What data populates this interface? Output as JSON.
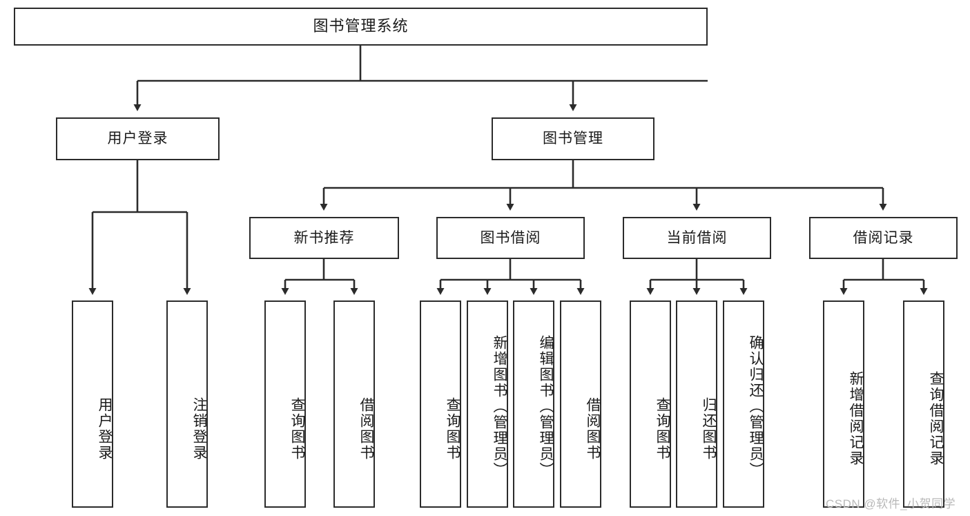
{
  "diagram": {
    "title": "图书管理系统",
    "type": "hierarchy-tree",
    "orientation": "top-down",
    "root": {
      "id": "root",
      "label": "图书管理系统"
    },
    "level2": [
      {
        "id": "user-login",
        "label": "用户登录"
      },
      {
        "id": "book-management",
        "label": "图书管理"
      }
    ],
    "level3": [
      {
        "id": "new-book-recommend",
        "label": "新书推荐",
        "parent": "book-management"
      },
      {
        "id": "book-borrow",
        "label": "图书借阅",
        "parent": "book-management"
      },
      {
        "id": "current-borrow",
        "label": "当前借阅",
        "parent": "book-management"
      },
      {
        "id": "borrow-record",
        "label": "借阅记录",
        "parent": "book-management"
      }
    ],
    "leaves": [
      {
        "id": "leaf-user-login",
        "label": "用户登录",
        "parent": "user-login"
      },
      {
        "id": "leaf-logout-login",
        "label": "注销登录",
        "parent": "user-login"
      },
      {
        "id": "leaf-query-book-1",
        "label": "查询图书",
        "parent": "new-book-recommend"
      },
      {
        "id": "leaf-borrow-book-1",
        "label": "借阅图书",
        "parent": "new-book-recommend"
      },
      {
        "id": "leaf-query-book-2",
        "label": "查询图书",
        "parent": "book-borrow"
      },
      {
        "id": "leaf-add-book",
        "label": "新增图书（管理员）",
        "parent": "book-borrow"
      },
      {
        "id": "leaf-edit-book",
        "label": "编辑图书（管理员）",
        "parent": "book-borrow"
      },
      {
        "id": "leaf-borrow-book-2",
        "label": "借阅图书",
        "parent": "book-borrow"
      },
      {
        "id": "leaf-query-book-3",
        "label": "查询图书",
        "parent": "current-borrow"
      },
      {
        "id": "leaf-return-book",
        "label": "归还图书",
        "parent": "current-borrow"
      },
      {
        "id": "leaf-confirm-return",
        "label": "确认归还（管理员）",
        "parent": "current-borrow"
      },
      {
        "id": "leaf-add-record",
        "label": "新增借阅记录",
        "parent": "borrow-record"
      },
      {
        "id": "leaf-query-record",
        "label": "查询借阅记录",
        "parent": "borrow-record"
      }
    ],
    "colors": {
      "box_border": "#2b2b2b",
      "box_fill": "#ffffff",
      "edge": "#2b2b2b",
      "text": "#1a1a1a",
      "watermark": "#b9b9b9"
    }
  },
  "watermark": {
    "text": "CSDN @软件_小贺同学"
  }
}
